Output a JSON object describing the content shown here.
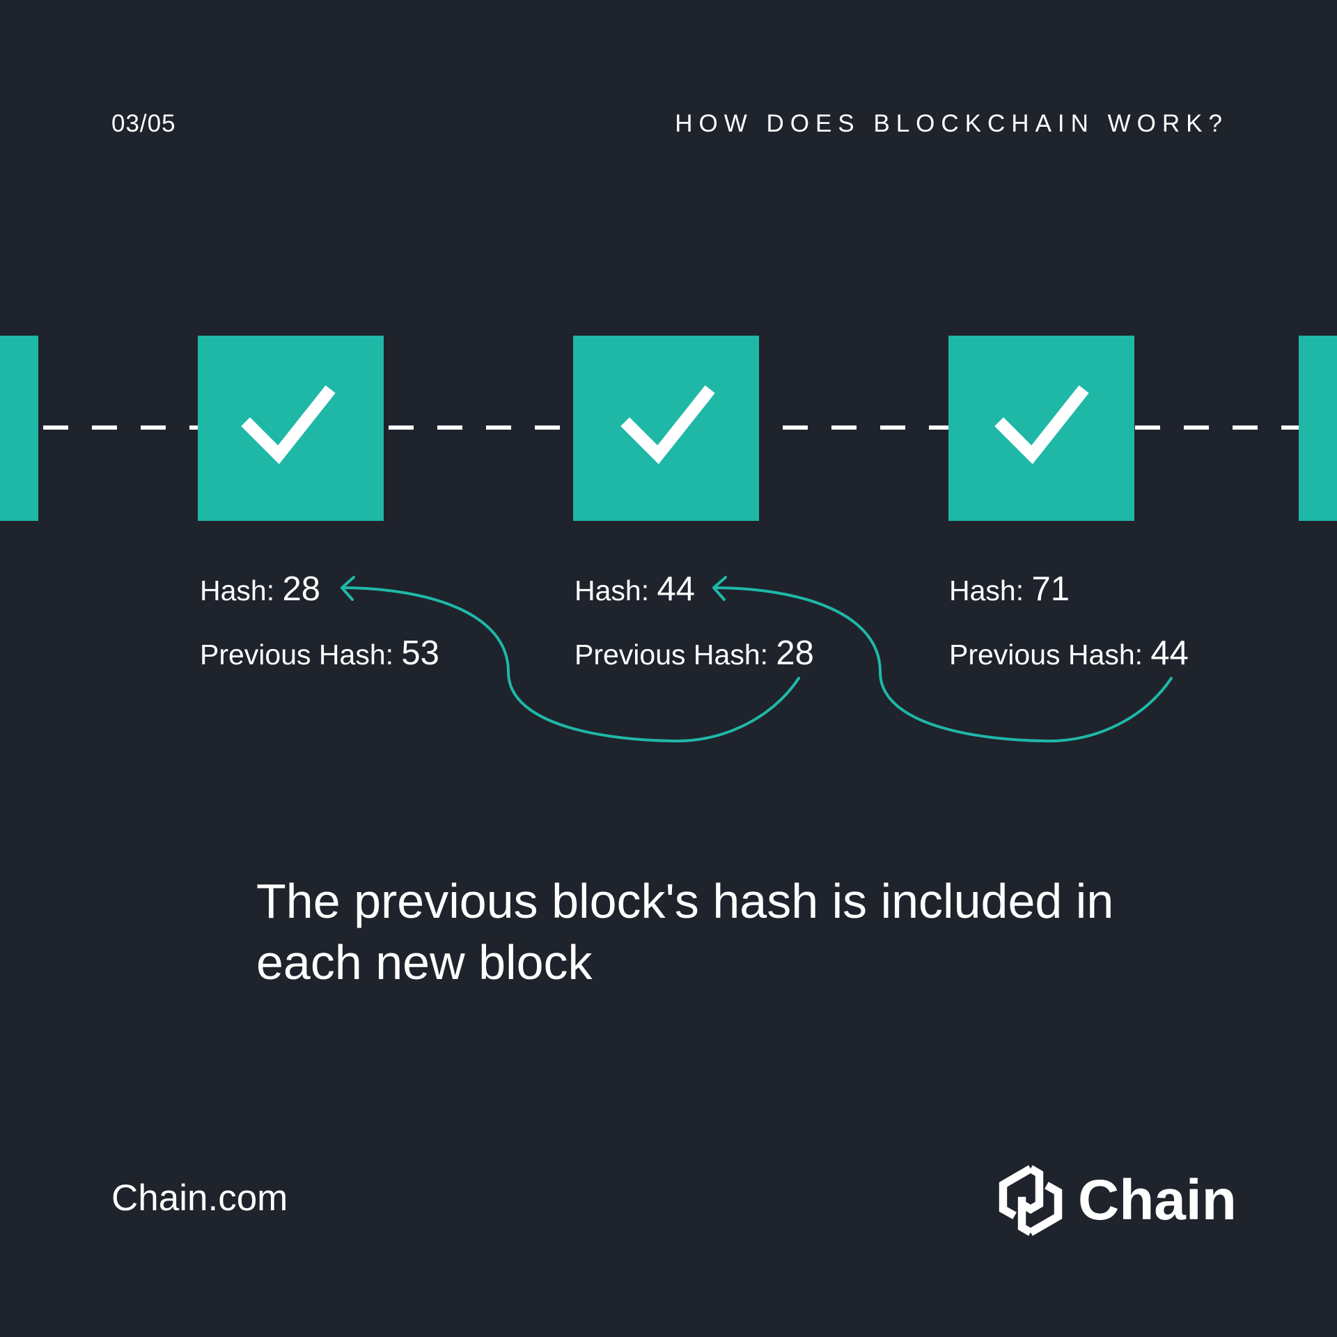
{
  "header": {
    "page_counter": "03/05",
    "series_title": "HOW DOES BLOCKCHAIN WORK?"
  },
  "colors": {
    "background": "#1f232c",
    "block": "#1fb8a7",
    "arrow": "#1fb8a7",
    "text": "#ffffff"
  },
  "blocks": [
    {
      "hash_label": "Hash:",
      "hash": "28",
      "prev_label": "Previous Hash:",
      "prev_hash": "53"
    },
    {
      "hash_label": "Hash:",
      "hash": "44",
      "prev_label": "Previous Hash:",
      "prev_hash": "28"
    },
    {
      "hash_label": "Hash:",
      "hash": "71",
      "prev_label": "Previous Hash:",
      "prev_hash": "44"
    }
  ],
  "caption": "The previous block's hash is included in each new block",
  "footer": {
    "site": "Chain.com",
    "logo_text": "Chain",
    "logo_icon": "hexagon-chain-icon"
  }
}
